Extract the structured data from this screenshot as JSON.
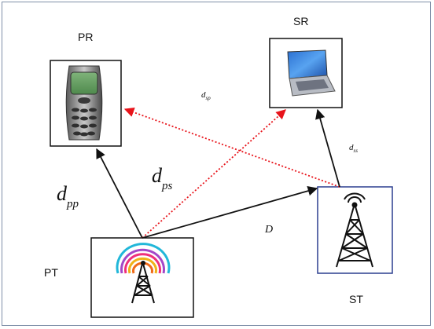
{
  "nodes": {
    "pr": {
      "label": "PR",
      "device": "mobile-phone"
    },
    "sr": {
      "label": "SR",
      "device": "laptop"
    },
    "pt": {
      "label": "PT",
      "device": "broadcast-tower"
    },
    "st": {
      "label": "ST",
      "device": "cell-tower"
    }
  },
  "links": {
    "d_pp": {
      "main": "d",
      "sub": "pp",
      "style": "solid"
    },
    "d_ps": {
      "main": "d",
      "sub": "ps",
      "style": "dotted"
    },
    "d_sp": {
      "main": "d",
      "sub": "sp",
      "style": "dotted"
    },
    "d_ss": {
      "main": "d",
      "sub": "ss",
      "style": "solid"
    },
    "D": {
      "main": "D",
      "style": "solid"
    }
  },
  "colors": {
    "solid_arrow": "#111111",
    "dotted_arrow": "#e8141b",
    "box_border": "#111111",
    "st_border": "#2b3f8f"
  }
}
